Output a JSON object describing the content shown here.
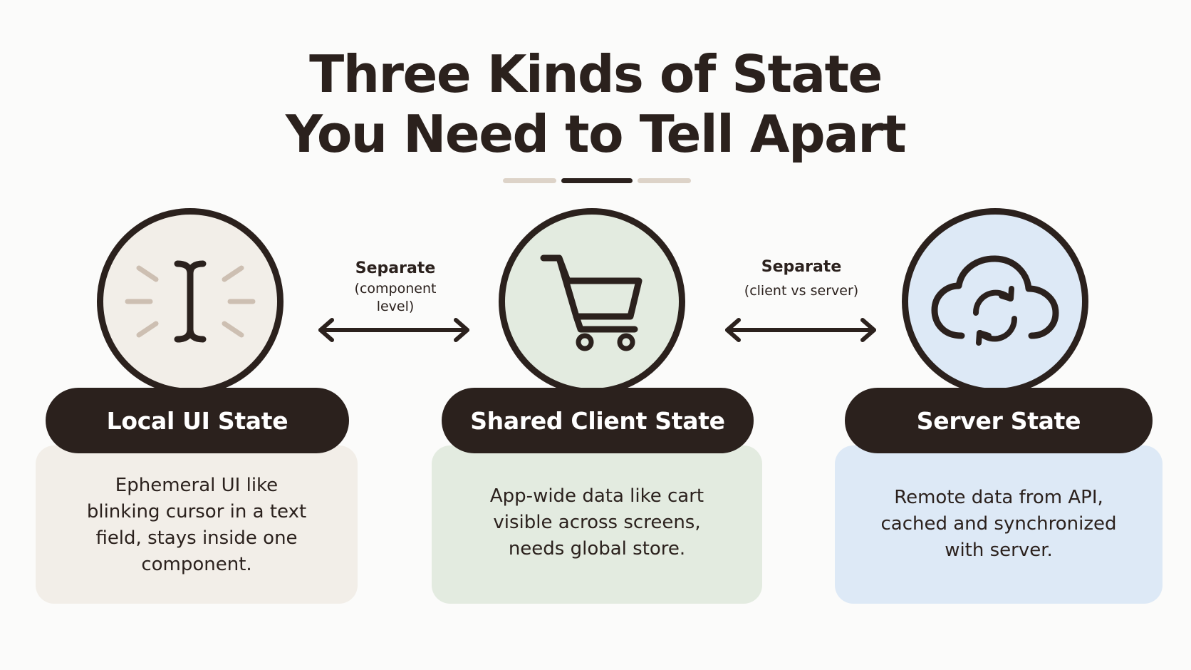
{
  "title": {
    "line1": "Three Kinds of State",
    "line2": "You Need to Tell Apart"
  },
  "colors": {
    "ink": "#2b211d",
    "local_bg": "#f2eee8",
    "shared_bg": "#e3ebe0",
    "server_bg": "#dde9f6",
    "divider_light": "#ddd3c8",
    "ray": "#cdbfb2"
  },
  "cards": [
    {
      "title": "Local UI State",
      "icon": "text-cursor-icon",
      "description": [
        "Ephemeral UI like",
        "blinking cursor in a text",
        "field, stays inside one",
        "component."
      ]
    },
    {
      "title": "Shared Client State",
      "icon": "shopping-cart-icon",
      "description": [
        "App-wide data like cart",
        "visible across screens,",
        "needs global store."
      ]
    },
    {
      "title": "Server State",
      "icon": "cloud-sync-icon",
      "description": [
        "Remote data from API,",
        "cached and synchronized",
        "with server."
      ]
    }
  ],
  "connectors": [
    {
      "title": "Separate",
      "subtitle": [
        "(component",
        "level)"
      ]
    },
    {
      "title": "Separate",
      "subtitle": [
        "(client vs server)"
      ]
    }
  ]
}
